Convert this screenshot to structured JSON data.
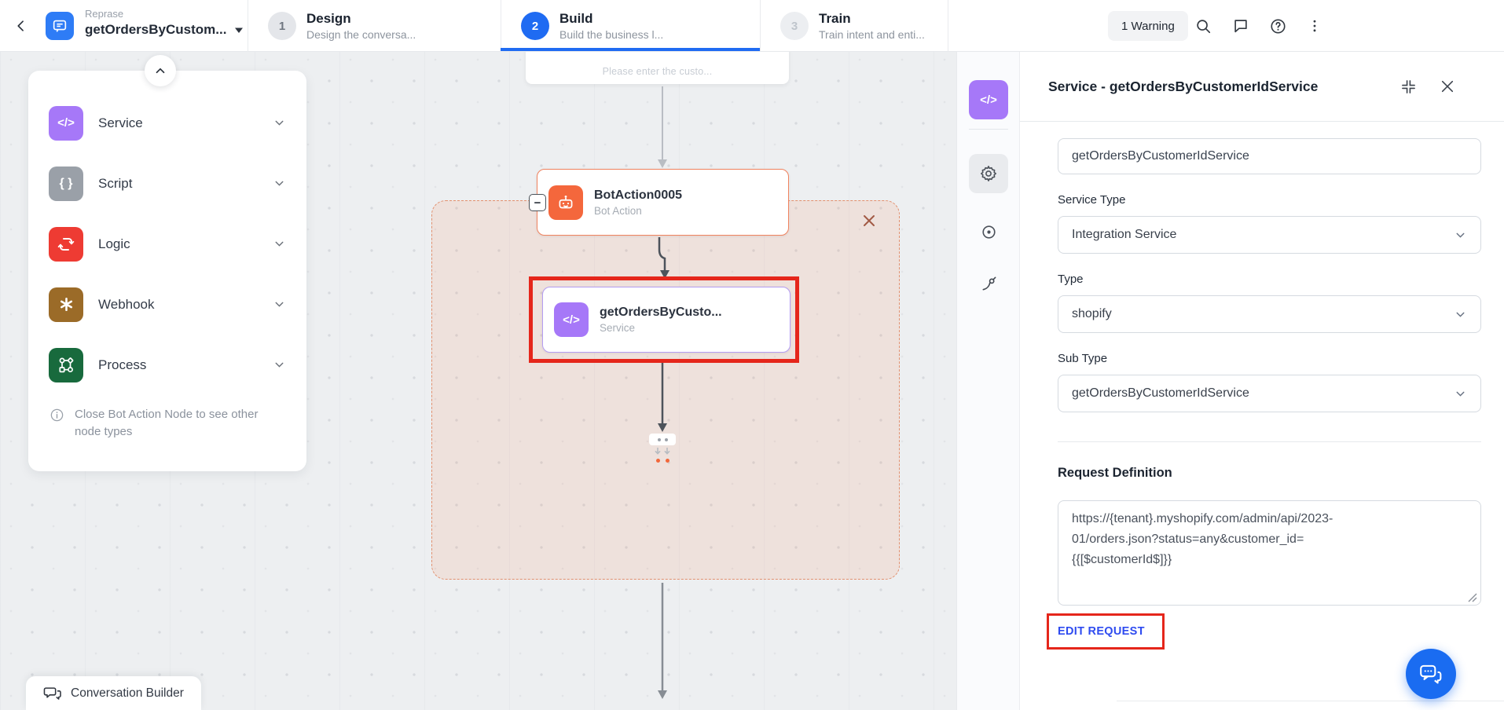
{
  "header": {
    "workspace_label": "Reprase",
    "bot_name": "getOrdersByCustom...",
    "steps": [
      {
        "num": "1",
        "title": "Design",
        "subtitle": "Design the conversa...",
        "state": "inactive"
      },
      {
        "num": "2",
        "title": "Build",
        "subtitle": "Build the business l...",
        "state": "active"
      },
      {
        "num": "3",
        "title": "Train",
        "subtitle": "Train intent and enti...",
        "state": "inactive"
      }
    ],
    "warning_label": "1 Warning"
  },
  "palette": {
    "items": [
      {
        "label": "Service",
        "icon": "code-icon",
        "color": "#a678f8"
      },
      {
        "label": "Script",
        "icon": "braces-icon",
        "color": "#9aa0a8"
      },
      {
        "label": "Logic",
        "icon": "loop-icon",
        "color": "#ee3b33"
      },
      {
        "label": "Webhook",
        "icon": "asterisk-icon",
        "color": "#9b6b28"
      },
      {
        "label": "Process",
        "icon": "flow-icon",
        "color": "#186a3d"
      }
    ],
    "note": "Close Bot Action Node to see other node types"
  },
  "canvas": {
    "clipped_message": "Please enter the custo...",
    "bot_action_node": {
      "title": "BotAction0005",
      "subtitle": "Bot Action"
    },
    "service_node": {
      "title": "getOrdersByCusto...",
      "subtitle": "Service"
    }
  },
  "panel": {
    "title": "Service - getOrdersByCustomerIdService",
    "name_value": "getOrdersByCustomerIdService",
    "service_type_label": "Service Type",
    "service_type_value": "Integration Service",
    "type_label": "Type",
    "type_value": "shopify",
    "sub_type_label": "Sub Type",
    "sub_type_value": "getOrdersByCustomerIdService",
    "request_definition_label": "Request Definition",
    "request_value": "https://{tenant}.myshopify.com/admin/api/2023-\n01/orders.json?status=any&customer_id=\n{{[$customerId$]}}",
    "edit_request_label": "EDIT REQUEST"
  },
  "footer": {
    "builder_label": "Conversation Builder"
  },
  "colors": {
    "accent_blue": "#1f6bf2",
    "annotation_red": "#e5261b",
    "node_orange": "#f4673c",
    "node_purple": "#a678f8",
    "link_blue": "#2e4bf0",
    "region_dash": "#e2906e"
  }
}
